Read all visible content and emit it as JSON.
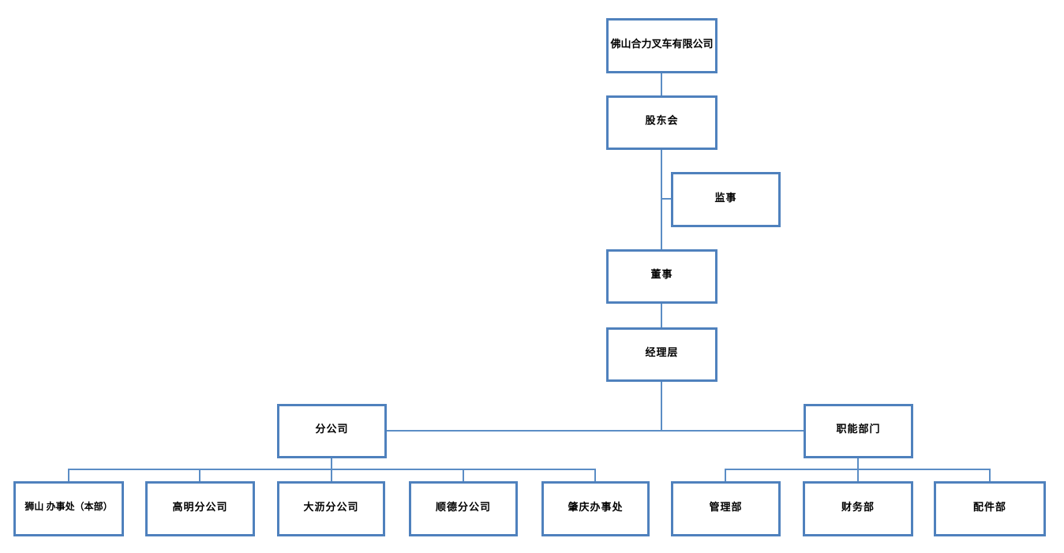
{
  "diagram": {
    "type": "org-chart",
    "colors": {
      "box_border": "#4f81bd",
      "connector": "#5b8dc5",
      "text": "#000000",
      "background": "#ffffff"
    },
    "nodes": [
      {
        "id": "company",
        "label": "佛山合力叉车有限公司"
      },
      {
        "id": "shareholders-meeting",
        "label": "股东会"
      },
      {
        "id": "supervisors",
        "label": "监事"
      },
      {
        "id": "directors",
        "label": "董事"
      },
      {
        "id": "management-layer",
        "label": "经理层"
      },
      {
        "id": "branch-companies",
        "label": "分公司"
      },
      {
        "id": "functional-departments",
        "label": "职能部门"
      },
      {
        "id": "shishan-office",
        "label": "狮山 办事处（本部）"
      },
      {
        "id": "gaoming-branch",
        "label": "高明分公司"
      },
      {
        "id": "dali-branch",
        "label": "大沥分公司"
      },
      {
        "id": "shunde-branch",
        "label": "顺德分公司"
      },
      {
        "id": "zhaoqing-office",
        "label": "肇庆办事处"
      },
      {
        "id": "management-dept",
        "label": "管理部"
      },
      {
        "id": "finance-dept",
        "label": "财务部"
      },
      {
        "id": "parts-dept",
        "label": "配件部"
      }
    ],
    "edges": [
      [
        "company",
        "shareholders-meeting"
      ],
      [
        "shareholders-meeting",
        "supervisors"
      ],
      [
        "shareholders-meeting",
        "directors"
      ],
      [
        "directors",
        "management-layer"
      ],
      [
        "management-layer",
        "branch-companies"
      ],
      [
        "management-layer",
        "functional-departments"
      ],
      [
        "branch-companies",
        "shishan-office"
      ],
      [
        "branch-companies",
        "gaoming-branch"
      ],
      [
        "branch-companies",
        "dali-branch"
      ],
      [
        "branch-companies",
        "shunde-branch"
      ],
      [
        "branch-companies",
        "zhaoqing-office"
      ],
      [
        "functional-departments",
        "management-dept"
      ],
      [
        "functional-departments",
        "finance-dept"
      ],
      [
        "functional-departments",
        "parts-dept"
      ]
    ]
  }
}
